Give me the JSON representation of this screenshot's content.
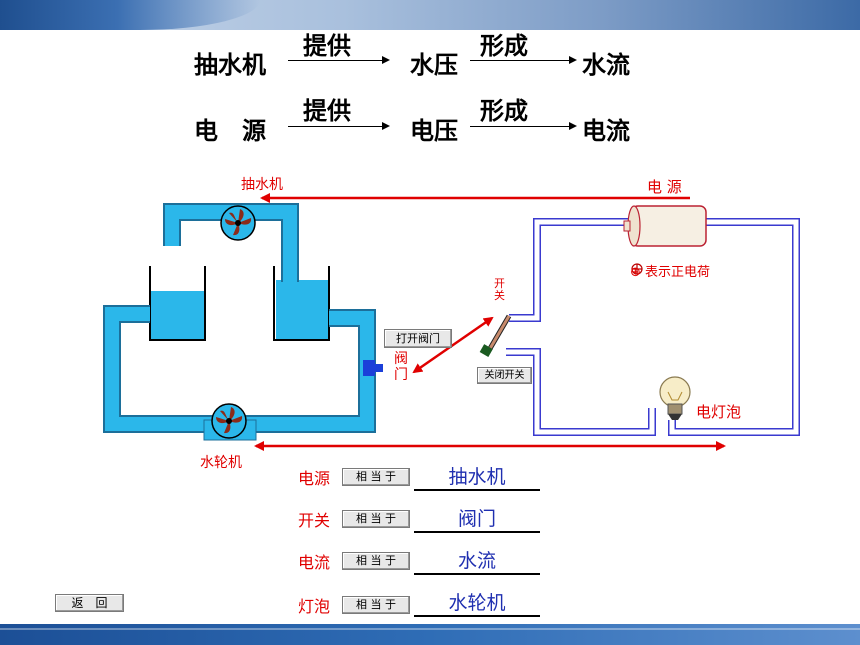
{
  "analogy": {
    "row1": {
      "source": "抽水机",
      "verb1": "提供",
      "middle": "水压",
      "verb2": "形成",
      "result": "水流"
    },
    "row2": {
      "source": "电　源",
      "verb1": "提供",
      "middle": "电压",
      "verb2": "形成",
      "result": "电流"
    }
  },
  "diagram": {
    "pump_label": "抽水机",
    "turbine_label": "水轮机",
    "power_label": "电  源",
    "switch_label": "开\n关",
    "valve_label": "阀\n门",
    "bulb_label": "电灯泡",
    "charge_legend": "⊕ 表示正电荷",
    "open_valve_button": "打开阀门",
    "close_switch_button": "关闭开关"
  },
  "quiz": {
    "button_label": "相 当 于",
    "rows": [
      {
        "label": "电源",
        "answer": "抽水机"
      },
      {
        "label": "开关",
        "answer": "阀门"
      },
      {
        "label": "电流",
        "answer": "水流"
      },
      {
        "label": "灯泡",
        "answer": "水轮机"
      }
    ]
  },
  "nav": {
    "back_label": "返　回"
  },
  "colors": {
    "water": "#2bb7ea",
    "wire": "#3a3acf",
    "red": "#e00000",
    "answer": "#1f2fb0"
  }
}
